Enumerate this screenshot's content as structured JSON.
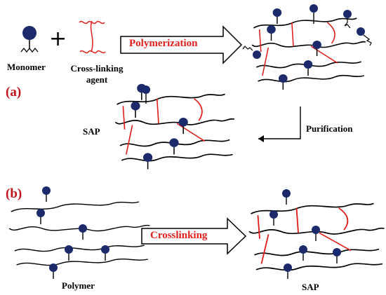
{
  "colors": {
    "bead": "#1c2a6b",
    "crosslink": "#e0201c",
    "chain": "#000000",
    "panel_tag": "#c0141a",
    "arrow_text": "#e0201c"
  },
  "panel_a": {
    "tag": "(a)",
    "monomer_label": "Monomer",
    "plus_sign": "+",
    "crosslinker_label_line1": "Cross-linking",
    "crosslinker_label_line2": "agent",
    "arrow_label": "Polymerization",
    "purification_label": "Purification",
    "product_label": "SAP"
  },
  "panel_b": {
    "tag": "(b)",
    "arrow_label": "Crosslinking",
    "start_label": "Polymer",
    "product_label": "SAP"
  }
}
